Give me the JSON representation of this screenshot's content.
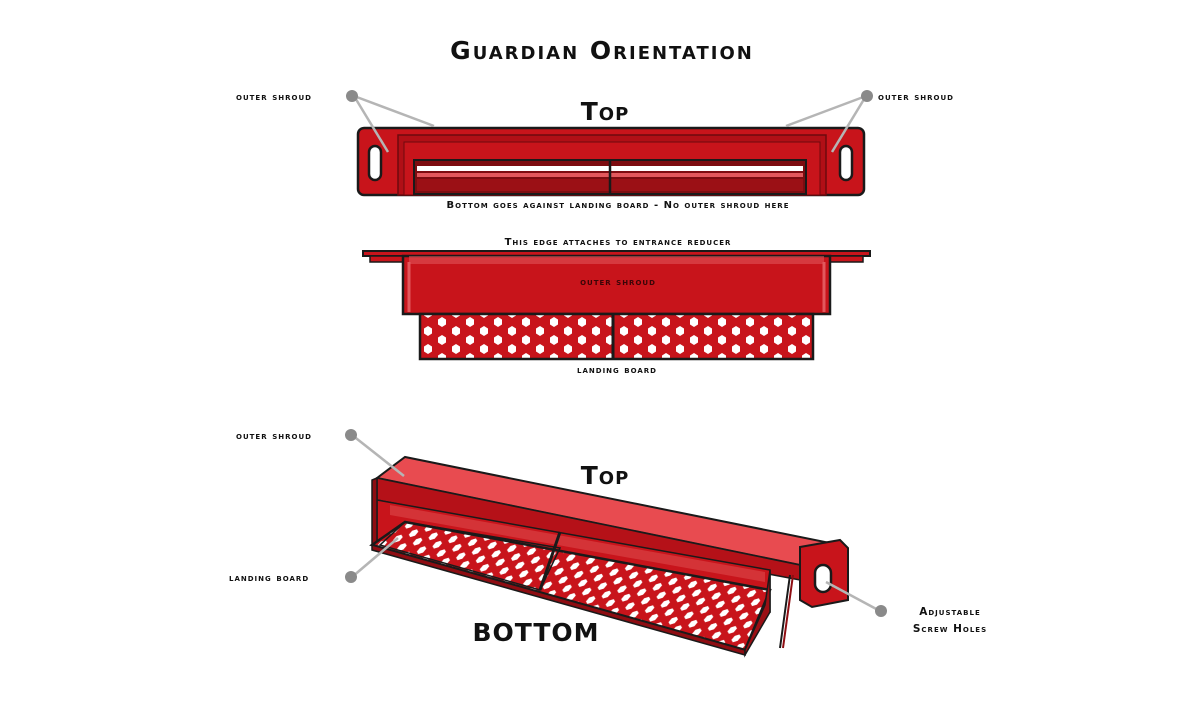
{
  "title": "Guardian Orientation",
  "labels": {
    "outer_shroud": "outer shroud",
    "top": "Top",
    "bottom": "BOTTOM",
    "bottom_note": "Bottom goes against landing board - No outer shroud here",
    "edge_note": "This edge attaches to entrance reducer",
    "landing_board": "landing board",
    "screw_holes_line1": "Adjustable",
    "screw_holes_line2": "Screw Holes"
  },
  "colors": {
    "body_red": "#c8141b",
    "dark_red": "#8e0d12",
    "light_red": "#e2585c",
    "outline": "#1a1a1a",
    "callout": "#8a8a8a"
  },
  "icons": [
    "callout-dot-icon",
    "slot-hole-icon",
    "hex-grid-icon"
  ]
}
